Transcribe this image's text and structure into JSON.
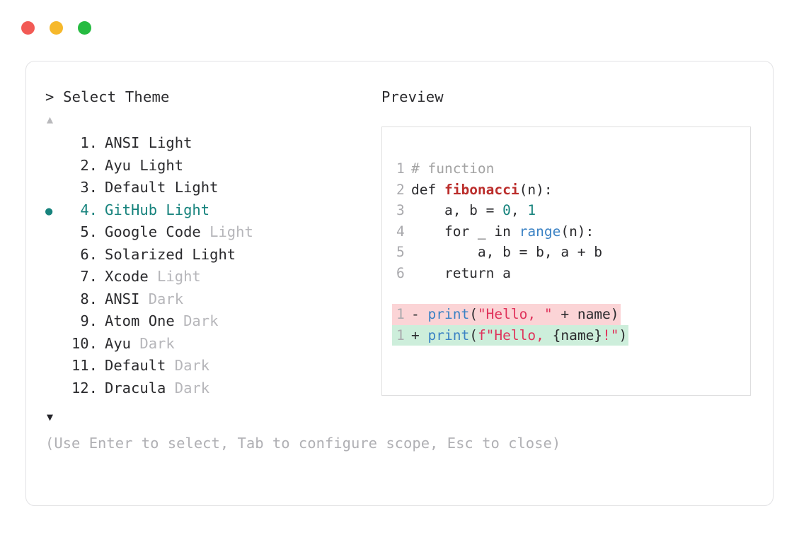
{
  "window": {
    "traffic_lights": [
      {
        "name": "close-button",
        "color": "#f25a55"
      },
      {
        "name": "minimize-button",
        "color": "#f6b82b"
      },
      {
        "name": "maximize-button",
        "color": "#26bb41"
      }
    ]
  },
  "prompt": {
    "marker": ">",
    "title": "Select Theme",
    "scroll_up_indicator": "▲",
    "scroll_down_indicator": "▼",
    "selected_index": 4,
    "bullet": "●"
  },
  "themes": [
    {
      "index": "1.",
      "name": "ANSI",
      "suffix": "Light",
      "suffix_muted": false,
      "selected": false
    },
    {
      "index": "2.",
      "name": "Ayu",
      "suffix": "Light",
      "suffix_muted": false,
      "selected": false
    },
    {
      "index": "3.",
      "name": "Default",
      "suffix": "Light",
      "suffix_muted": false,
      "selected": false
    },
    {
      "index": "4.",
      "name": "GitHub",
      "suffix": "Light",
      "suffix_muted": false,
      "selected": true
    },
    {
      "index": "5.",
      "name": "Google Code",
      "suffix": "Light",
      "suffix_muted": true,
      "selected": false
    },
    {
      "index": "6.",
      "name": "Solarized",
      "suffix": "Light",
      "suffix_muted": false,
      "selected": false
    },
    {
      "index": "7.",
      "name": "Xcode",
      "suffix": "Light",
      "suffix_muted": true,
      "selected": false
    },
    {
      "index": "8.",
      "name": "ANSI",
      "suffix": "Dark",
      "suffix_muted": true,
      "selected": false
    },
    {
      "index": "9.",
      "name": "Atom One",
      "suffix": "Dark",
      "suffix_muted": true,
      "selected": false
    },
    {
      "index": "10.",
      "name": "Ayu",
      "suffix": "Dark",
      "suffix_muted": true,
      "selected": false
    },
    {
      "index": "11.",
      "name": "Default",
      "suffix": "Dark",
      "suffix_muted": true,
      "selected": false
    },
    {
      "index": "12.",
      "name": "Dracula",
      "suffix": "Dark",
      "suffix_muted": true,
      "selected": false
    }
  ],
  "preview": {
    "title": "Preview",
    "code_lines": [
      {
        "no": "1",
        "tokens": [
          {
            "t": "# function",
            "c": "comment"
          }
        ]
      },
      {
        "no": "2",
        "tokens": [
          {
            "t": "def ",
            "c": "kw"
          },
          {
            "t": "fibonacci",
            "c": "fn"
          },
          {
            "t": "(n):",
            "c": "plain"
          }
        ]
      },
      {
        "no": "3",
        "tokens": [
          {
            "t": "    a, b = ",
            "c": "plain"
          },
          {
            "t": "0",
            "c": "num"
          },
          {
            "t": ", ",
            "c": "plain"
          },
          {
            "t": "1",
            "c": "num"
          }
        ]
      },
      {
        "no": "4",
        "tokens": [
          {
            "t": "    for _ in ",
            "c": "plain"
          },
          {
            "t": "range",
            "c": "builtin"
          },
          {
            "t": "(n):",
            "c": "plain"
          }
        ]
      },
      {
        "no": "5",
        "tokens": [
          {
            "t": "        a, b = b, a + b",
            "c": "plain"
          }
        ]
      },
      {
        "no": "6",
        "tokens": [
          {
            "t": "    return a",
            "c": "plain"
          }
        ]
      }
    ],
    "diff_lines": [
      {
        "no": "1",
        "sign": "-",
        "kind": "removed",
        "tokens": [
          {
            "t": "print",
            "c": "builtin"
          },
          {
            "t": "(",
            "c": "plain"
          },
          {
            "t": "\"Hello, \"",
            "c": "str"
          },
          {
            "t": " + name)",
            "c": "plain"
          }
        ]
      },
      {
        "no": "1",
        "sign": "+",
        "kind": "added",
        "tokens": [
          {
            "t": "print",
            "c": "builtin"
          },
          {
            "t": "(",
            "c": "plain"
          },
          {
            "t": "f\"Hello, ",
            "c": "str"
          },
          {
            "t": "{name}",
            "c": "plain"
          },
          {
            "t": "!\"",
            "c": "str"
          },
          {
            "t": ")",
            "c": "plain"
          }
        ]
      }
    ]
  },
  "hint": "(Use Enter to select, Tab to configure scope, Esc to close)",
  "colors": {
    "accent_teal": "#17837d",
    "text": "#2b2b2e",
    "muted": "#b6b6ba",
    "border": "#e2e2e4",
    "diff_removed_bg": "#fbd4d6",
    "diff_added_bg": "#cdeedb",
    "token_function": "#bb2d2b",
    "token_builtin": "#3b82c4",
    "token_string": "#e0335b",
    "token_number": "#17837d",
    "token_comment": "#a3a3a3"
  }
}
